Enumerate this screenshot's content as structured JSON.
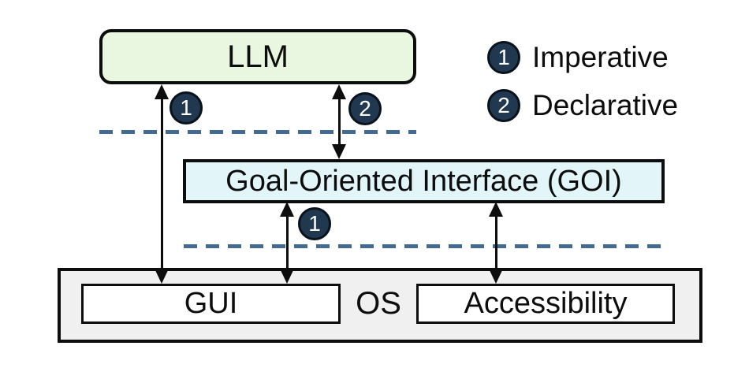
{
  "diagram": {
    "llm_label": "LLM",
    "goi_label": "Goal-Oriented Interface (GOI)",
    "gui_label": "GUI",
    "os_label": "OS",
    "accessibility_label": "Accessibility"
  },
  "legend": {
    "items": [
      {
        "num": "1",
        "label": "Imperative"
      },
      {
        "num": "2",
        "label": "Declarative"
      }
    ]
  },
  "badges": {
    "llm_gui": "1",
    "llm_goi": "2",
    "goi_gui": "1"
  },
  "colors": {
    "llm_fill": "#e9f6e0",
    "goi_fill": "#e2f6f9",
    "os_container_fill": "#f0f0f0",
    "inner_box_fill": "#ffffff",
    "badge_fill": "#203850",
    "badge_text": "#ffffff",
    "dashed_line": "#426b8f",
    "line_color": "#0d0d0d",
    "text_color": "#0d0d0d"
  }
}
